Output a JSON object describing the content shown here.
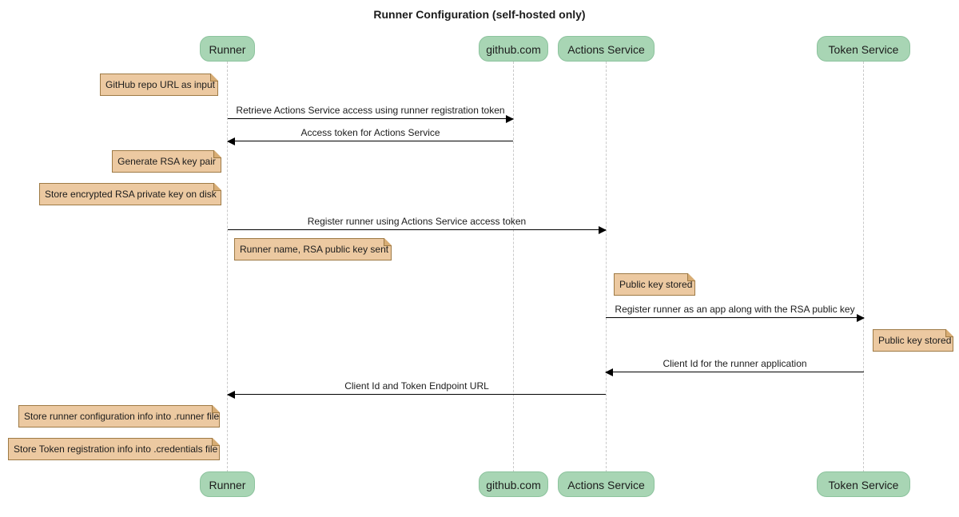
{
  "title": "Runner Configuration (self-hosted only)",
  "participants": [
    {
      "label": "Runner"
    },
    {
      "label": "github.com"
    },
    {
      "label": "Actions Service"
    },
    {
      "label": "Token Service"
    }
  ],
  "messages": [
    {
      "text": "Retrieve Actions Service access using runner registration token",
      "from": "Runner",
      "to": "github.com"
    },
    {
      "text": "Access token for Actions Service",
      "from": "github.com",
      "to": "Runner"
    },
    {
      "text": "Register runner using Actions Service access token",
      "from": "Runner",
      "to": "Actions Service"
    },
    {
      "text": "Register runner as an app along with the RSA public key",
      "from": "Actions Service",
      "to": "Token Service"
    },
    {
      "text": "Client Id for the runner application",
      "from": "Token Service",
      "to": "Actions Service"
    },
    {
      "text": "Client Id and Token Endpoint URL",
      "from": "Actions Service",
      "to": "Runner"
    }
  ],
  "notes": [
    {
      "text": "GitHub repo URL as input",
      "anchor": "Runner",
      "side": "left"
    },
    {
      "text": "Generate RSA key pair",
      "anchor": "Runner",
      "side": "left"
    },
    {
      "text": "Store encrypted RSA private key on disk",
      "anchor": "Runner",
      "side": "left"
    },
    {
      "text": "Runner name, RSA public key sent",
      "anchor": "Runner",
      "side": "right"
    },
    {
      "text": "Public key stored",
      "anchor": "Actions Service",
      "side": "right"
    },
    {
      "text": "Public key stored",
      "anchor": "Token Service",
      "side": "right"
    },
    {
      "text": "Store runner configuration info into .runner file",
      "anchor": "Runner",
      "side": "left"
    },
    {
      "text": "Store Token registration info into .credentials file",
      "anchor": "Runner",
      "side": "left"
    }
  ],
  "colors": {
    "participant-fill": "#a8d5b4",
    "participant-border": "#8cc39d",
    "note-fill": "#ecc9a1",
    "note-border": "#9e7a45",
    "note-fold": "#d7ac74",
    "lifeline": "#c9c9c9",
    "arrow": "#000000",
    "text": "#1c1c1c",
    "background": "#ffffff"
  }
}
